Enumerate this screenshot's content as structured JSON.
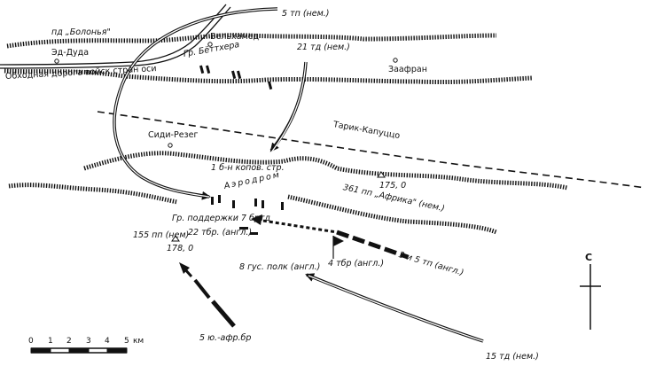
{
  "map": {
    "places": {
      "el_duda": "Эд-Дуда",
      "belhamed": "Бельхамед",
      "zaafran": "Заафран",
      "sidi_rezeg": "Сиди-Резег",
      "aerodrome": "Аэродром"
    },
    "roads": {
      "axis_bypass": "Обходная дорога войск стран оси",
      "trig_capuzzo": "Тарик-Капуццо"
    },
    "units": {
      "bologna": "пд „Болонья\"",
      "tp5": "5 тп  (нем.)",
      "td21": "21 тд  (нем.)",
      "bottcher": "Гр.  Бёттхера",
      "bat1": "1 б-н копов. стр.",
      "pp361": "361 пп  „Африка\"  (нем.)",
      "support": "Гр. поддержки 7 брт",
      "td_suffix": "д",
      "tbr22": "22 тбр. (англ.)",
      "pp155": "155 пп (нем)",
      "tp3_5": "3 и 5 тп  (англ.)",
      "tbr4": "4 тбр (англ.)",
      "hussars8": "8 гус. полк (англ.)",
      "saf5": "5 ю.-афр.бр",
      "td15": "15 тд  (нем.)"
    },
    "heights": {
      "h175": "175, 0",
      "h178": "178, 0"
    },
    "north": "С",
    "scale": {
      "ticks": [
        "0",
        "1",
        "2",
        "3",
        "4",
        "5"
      ],
      "unit": "км"
    }
  }
}
